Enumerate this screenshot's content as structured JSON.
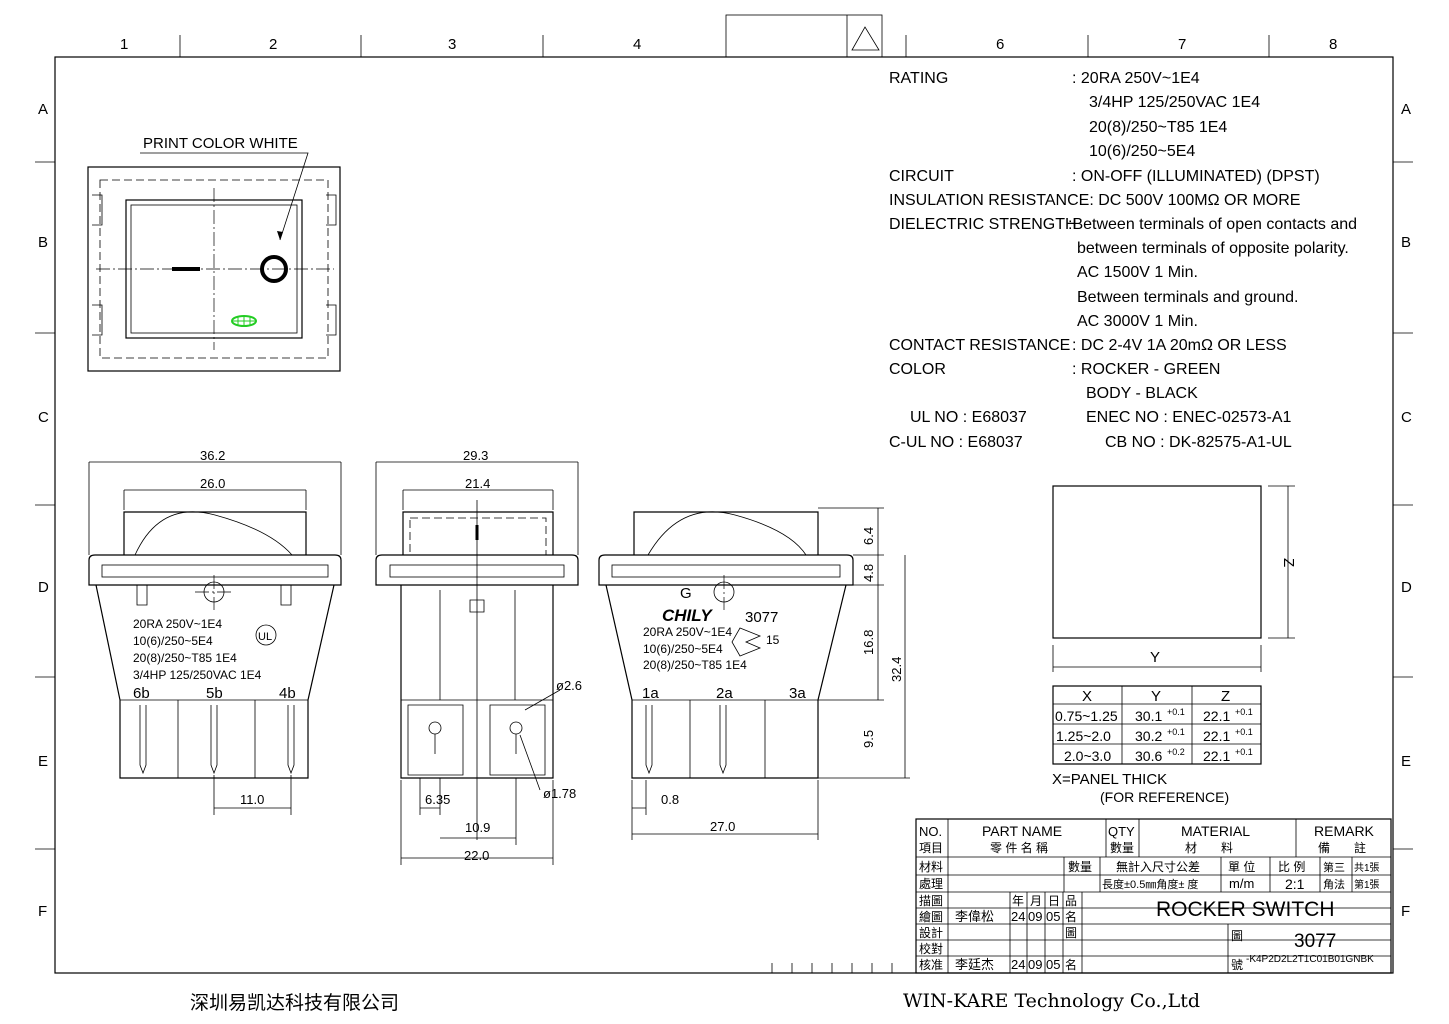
{
  "grid": {
    "cols": [
      "1",
      "2",
      "3",
      "4",
      "6",
      "7",
      "8"
    ],
    "rows": [
      "A",
      "B",
      "C",
      "D",
      "E",
      "F"
    ]
  },
  "specs": {
    "rating_label": "RATING",
    "rating_1": ": 20RA 250V~1E4",
    "rating_2": "3/4HP 125/250VAC 1E4",
    "rating_3": "20(8)/250~T85 1E4",
    "rating_4": "10(6)/250~5E4",
    "circuit_label": "CIRCUIT",
    "circuit_value": ": ON-OFF (ILLUMINATED) (DPST)",
    "insulation": "INSULATION RESISTANCE: DC 500V 100MΩ OR MORE",
    "dielectric_label": "DIELECTRIC STRENGTH",
    "dielectric_1": ":Between terminals of open contacts and",
    "dielectric_2": "between terminals of opposite polarity.",
    "dielectric_3": "AC 1500V 1 Min.",
    "dielectric_4": "Between terminals and ground.",
    "dielectric_5": "AC 3000V 1 Min.",
    "contact_label": "CONTACT RESISTANCE",
    "contact_value": ": DC 2-4V 1A 20mΩ OR LESS",
    "color_label": "COLOR",
    "color_1": ": ROCKER - GREEN",
    "color_2": "BODY - BLACK",
    "ul": "UL NO : E68037",
    "enec": "ENEC NO : ENEC-02573-A1",
    "cul": "C-UL NO : E68037",
    "cb": "CB NO : DK-82575-A1-UL"
  },
  "top_view": {
    "print_note": "PRINT COLOR WHITE"
  },
  "front_view": {
    "dim_overall": "36.2",
    "dim_rocker": "26.0",
    "dim_pitch": "11.0",
    "marking": [
      "20RA 250V~1E4",
      "10(6)/250~5E4",
      "20(8)/250~T85 1E4",
      "3/4HP 125/250VAC 1E4"
    ],
    "terminals": [
      "6b",
      "5b",
      "4b"
    ],
    "ul_mark": "UL"
  },
  "side_view": {
    "dim_overall": "29.3",
    "dim_rocker": "21.4",
    "dim_hole": "ø2.6",
    "dim_hole2": "ø1.78",
    "dim_a": "6.35",
    "dim_b": "10.9",
    "dim_c": "22.0"
  },
  "rear_view": {
    "brand": "CHILY",
    "model": "3077",
    "enec_code": "15",
    "ground": "G",
    "marking": [
      "20RA 250V~1E4",
      "10(6)/250~5E4",
      "20(8)/250~T85 1E4"
    ],
    "terminals": [
      "1a",
      "2a",
      "3a"
    ],
    "dim_thick": "0.8",
    "dim_width": "27.0",
    "dim_h1": "6.4",
    "dim_h2": "4.8",
    "dim_h3": "16.8",
    "dim_h4": "32.4",
    "dim_h5": "9.5"
  },
  "panel_cutout": {
    "y_label": "Y",
    "z_label": "Z",
    "table": {
      "headers": [
        "X",
        "Y",
        "Z"
      ],
      "rows": [
        [
          "0.75~1.25",
          "30.1",
          "+0.1",
          "22.1",
          "+0.1"
        ],
        [
          "1.25~2.0",
          "30.2",
          "+0.1",
          "22.1",
          "+0.1"
        ],
        [
          "2.0~3.0",
          "30.6",
          "+0.2",
          "22.1",
          "+0.1"
        ]
      ]
    },
    "note_1": "X=PANEL THICK",
    "note_2": "(FOR REFERENCE)"
  },
  "title_block": {
    "no": "NO.",
    "no_zh": "項目",
    "part_name": "PART NAME",
    "part_name_zh": "零 件 名 稱",
    "qty": "QTY",
    "qty_zh": "數量",
    "material": "MATERIAL",
    "material_zh": "材　　料",
    "remark": "REMARK",
    "remark_zh": "備　　註",
    "r_material": "材料",
    "r_treat": "處理",
    "r_qty": "數量",
    "tol_title": "無計入尺寸公差",
    "tol_value": "長度±0.5㎜角度±  度",
    "unit_label": "單 位",
    "unit": "m/m",
    "scale_label": "比 例",
    "scale": "2:1",
    "angle_1": "第三",
    "angle_2": "角法",
    "sheets_1": "共1張",
    "sheets_2": "第1張",
    "draw": "描圖",
    "drawn": "繪圖",
    "design": "設計",
    "check": "校對",
    "approve": "核准",
    "year": "年",
    "month": "月",
    "day": "日",
    "drawn_by": "李偉松",
    "drawn_date": [
      "24",
      "09",
      "05"
    ],
    "approved_by": "李廷杰",
    "approved_date": [
      "24",
      "09",
      "05"
    ],
    "pin": "品",
    "ming": "名",
    "tu": "圖",
    "hao": "號",
    "title": "ROCKER SWITCH",
    "drawing_no": "3077",
    "drawing_code": "-K4P2D2L2T1C01B01GNBK"
  },
  "footer": {
    "company_zh": "深圳易凯达科技有限公司",
    "company_en": "WIN-KARE Technology Co.,Ltd"
  }
}
